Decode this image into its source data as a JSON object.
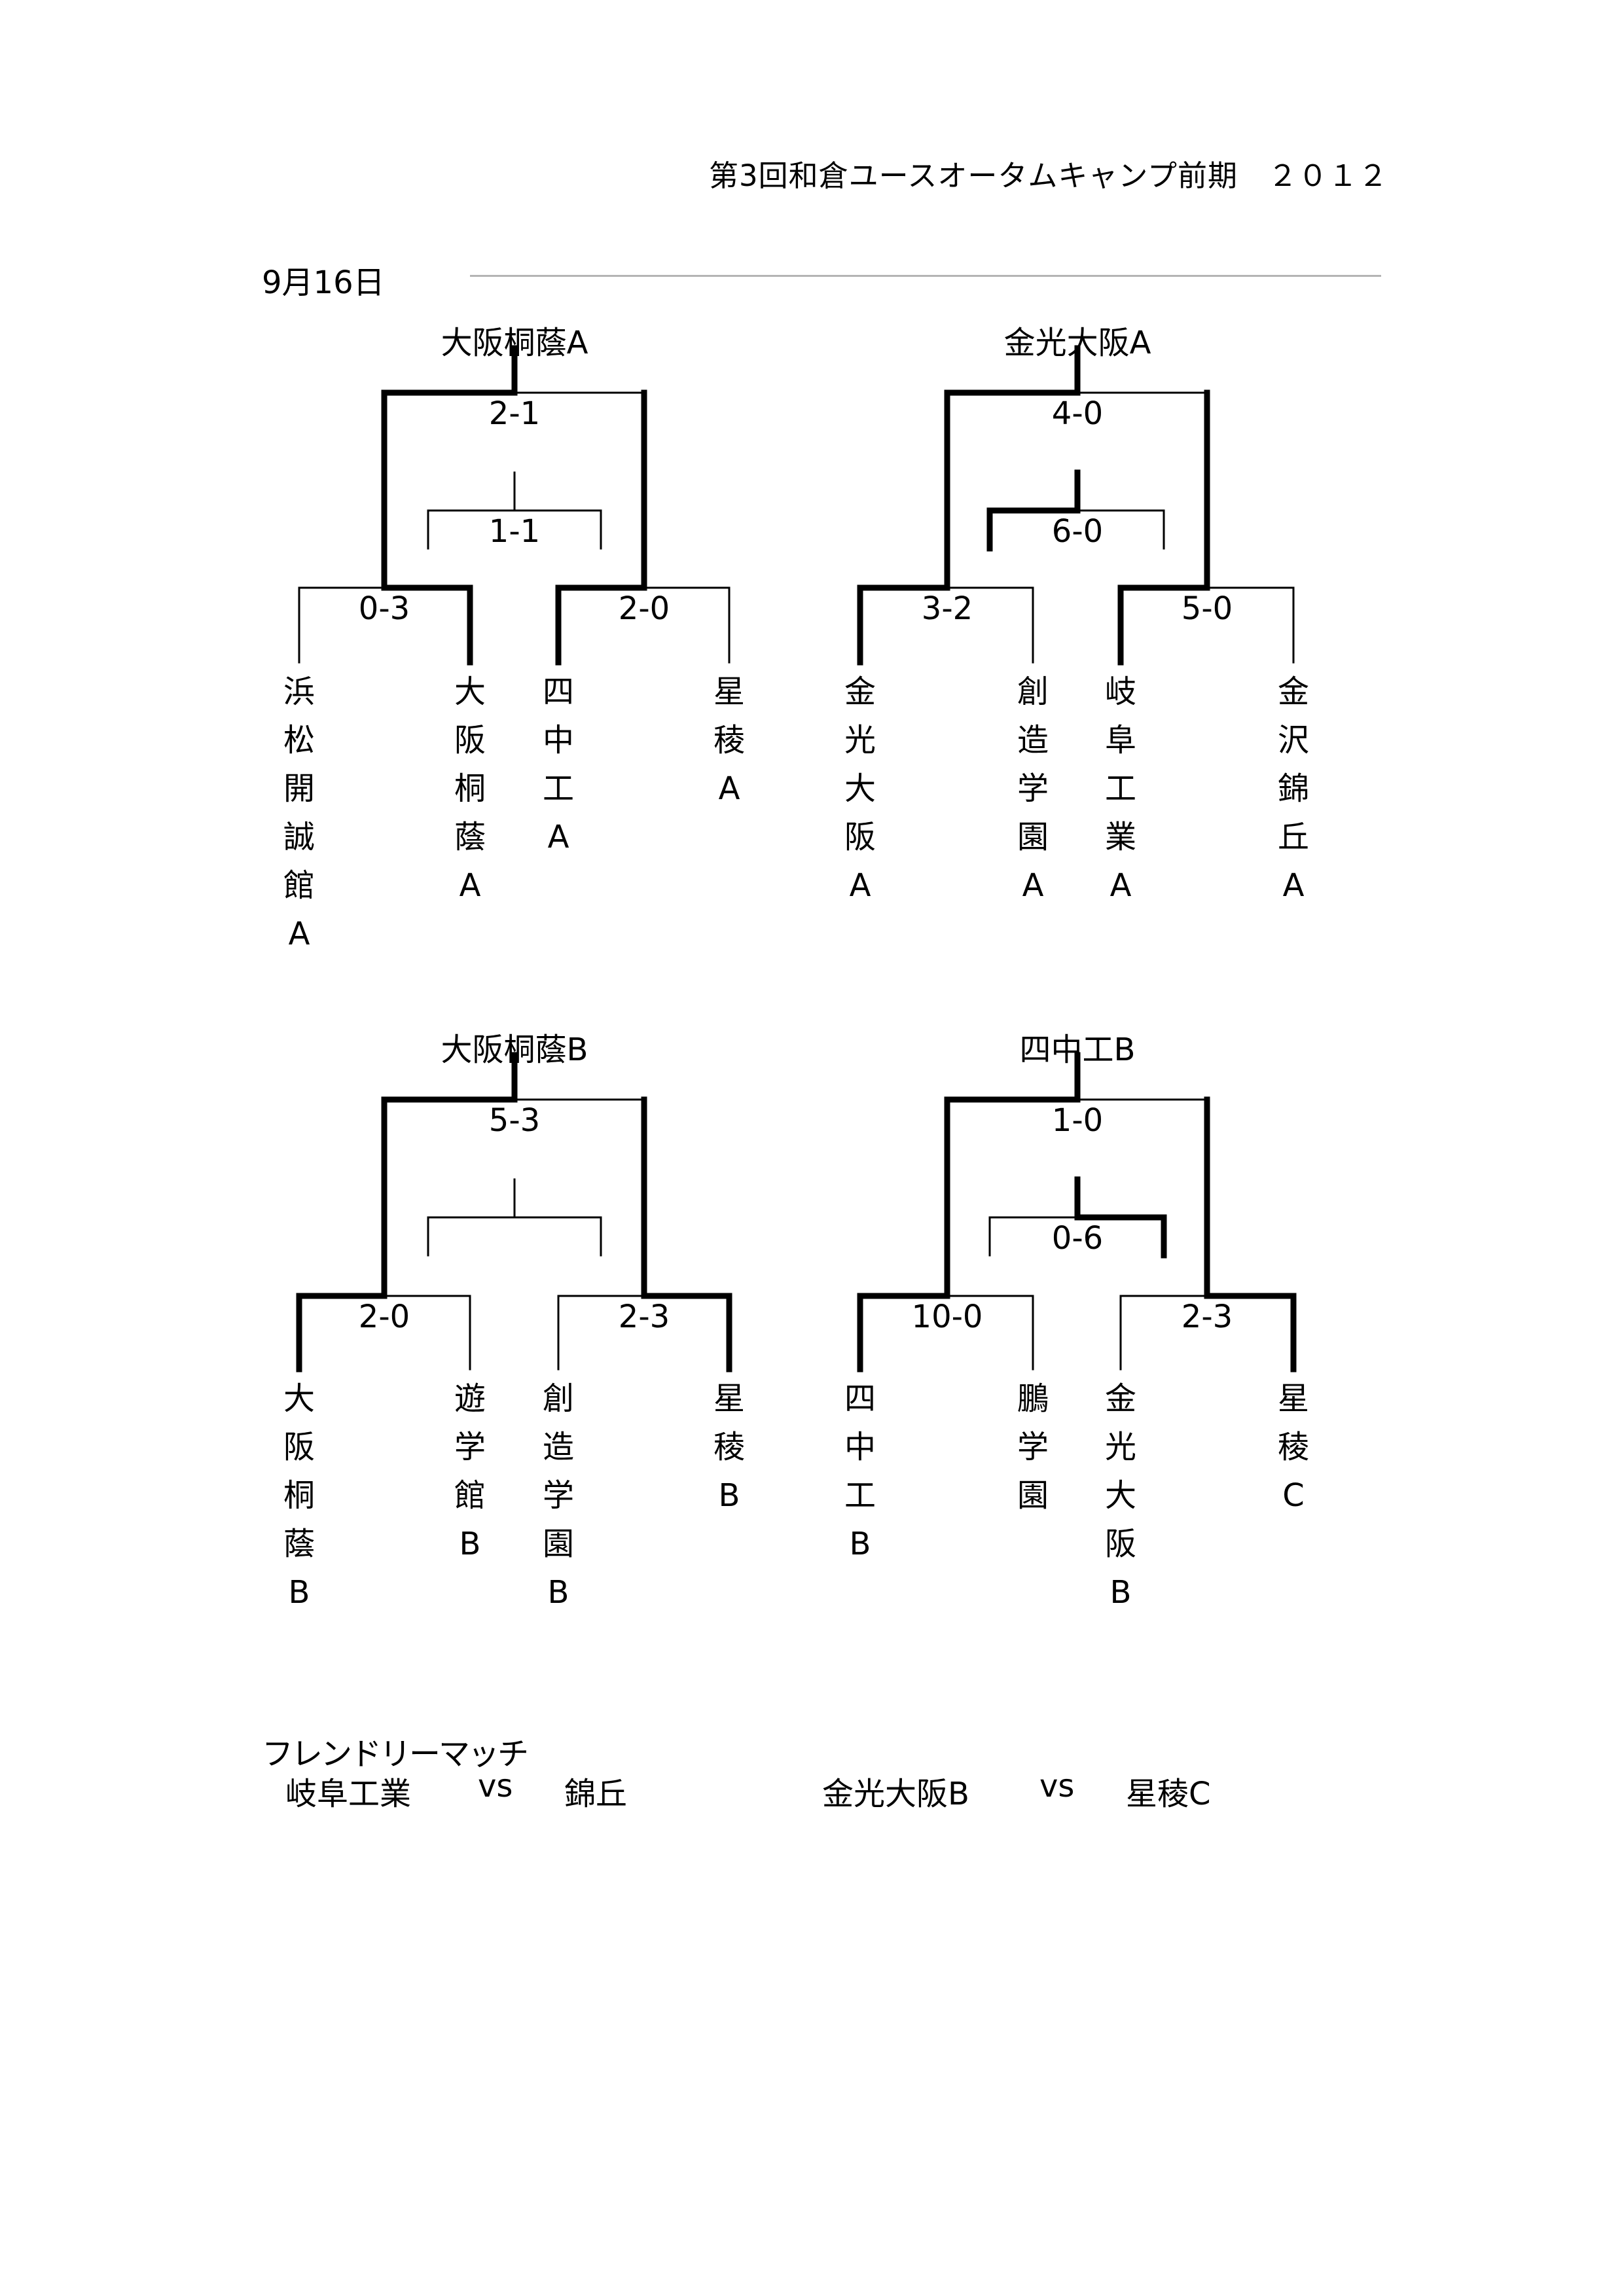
{
  "header": {
    "title": "第3回和倉ユースオータムキャンプ前期　２０１２"
  },
  "date": "9月16日",
  "brackets": [
    {
      "champion": "大阪桐蔭A",
      "final_score": "2-1",
      "third_place_score": "1-1",
      "semis": [
        {
          "score": "0-3",
          "teams": [
            "浜松開誠館A",
            "大阪桐蔭A"
          ]
        },
        {
          "score": "2-0",
          "teams": [
            "四中工A",
            "星稜A"
          ]
        }
      ],
      "team_labels": [
        "浜\n松\n開\n誠\n館\nA",
        "大\n阪\n桐\n蔭\nA",
        "四\n中\n工\nA",
        "星\n稜\nA"
      ]
    },
    {
      "champion": "金光大阪A",
      "final_score": "4-0",
      "third_place_score": "6-0",
      "semis": [
        {
          "score": "3-2",
          "teams": [
            "金光大阪A",
            "創造学園A"
          ]
        },
        {
          "score": "5-0",
          "teams": [
            "岐阜工業A",
            "金沢錦丘A"
          ]
        }
      ],
      "team_labels": [
        "金\n光\n大\n阪\nA",
        "創\n造\n学\n園\nA",
        "岐\n阜\n工\n業\nA",
        "金\n沢\n錦\n丘\nA"
      ]
    },
    {
      "champion": "大阪桐蔭B",
      "final_score": "5-3",
      "third_place_score": "",
      "semis": [
        {
          "score": "2-0",
          "teams": [
            "大阪桐蔭B",
            "遊学館B"
          ]
        },
        {
          "score": "2-3",
          "teams": [
            "創造学園B",
            "星稜B"
          ]
        }
      ],
      "team_labels": [
        "大\n阪\n桐\n蔭\nB",
        "遊\n学\n館\nB",
        "創\n造\n学\n園\nB",
        "星\n稜\nB"
      ]
    },
    {
      "champion": "四中工B",
      "final_score": "1-0",
      "third_place_score": "0-6",
      "semis": [
        {
          "score": "10-0",
          "teams": [
            "四中工B",
            "鵬学園"
          ]
        },
        {
          "score": "2-3",
          "teams": [
            "金光大阪B",
            "星稜C"
          ]
        }
      ],
      "team_labels": [
        "四\n中\n工\nB",
        "鵬\n学\n園",
        "金\n光\n大\n阪\nB",
        "星\n稜\nC"
      ]
    }
  ],
  "friendly": {
    "title": "フレンドリーマッチ",
    "matches": [
      {
        "home": "岐阜工業",
        "vs": "vs",
        "away": "錦丘"
      },
      {
        "home": "金光大阪B",
        "vs": "vs",
        "away": "星稜C"
      }
    ]
  }
}
